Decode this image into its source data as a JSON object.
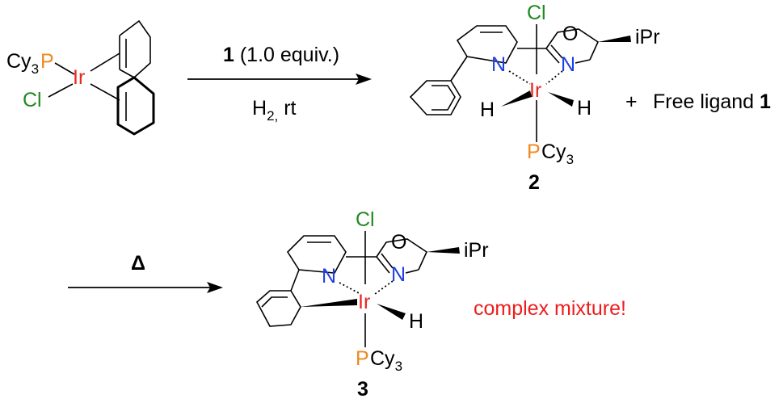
{
  "colors": {
    "bond": "#000000",
    "iridium": "#e8281e",
    "chlorine": "#1f8a1f",
    "nitrogen": "#1f3fe0",
    "phosphorus": "#f0881e",
    "note": "#ee1c1c"
  },
  "reactant": {
    "ligand_p": "Cy",
    "ligand_p_sub": "3",
    "p_atom": "P",
    "metal": "Ir",
    "chloride": "Cl"
  },
  "step1": {
    "reagent_number": "1",
    "reagent_amount": " (1.0 equiv.)",
    "gas": "H",
    "gas_sub": "2,",
    "temp": " rt"
  },
  "complex2": {
    "chloride": "Cl",
    "oxygen": "O",
    "substituent": "iPr",
    "pyridine_n": "N",
    "oxazoline_n": "N",
    "metal": "Ir",
    "hydride_left": "H",
    "hydride_right": "H",
    "p_atom": "P",
    "p_ligand": "Cy",
    "p_ligand_sub": "3",
    "number": "2"
  },
  "byproduct": {
    "plus": "+",
    "text": "Free ligand ",
    "number": "1"
  },
  "step2": {
    "condition": "Δ"
  },
  "complex3": {
    "chloride": "Cl",
    "oxygen": "O",
    "substituent": "iPr",
    "pyridine_n": "N",
    "oxazoline_n": "N",
    "metal": "Ir",
    "hydride": "H",
    "p_atom": "P",
    "p_ligand": "Cy",
    "p_ligand_sub": "3",
    "number": "3"
  },
  "note": {
    "text": "complex mixture!"
  }
}
